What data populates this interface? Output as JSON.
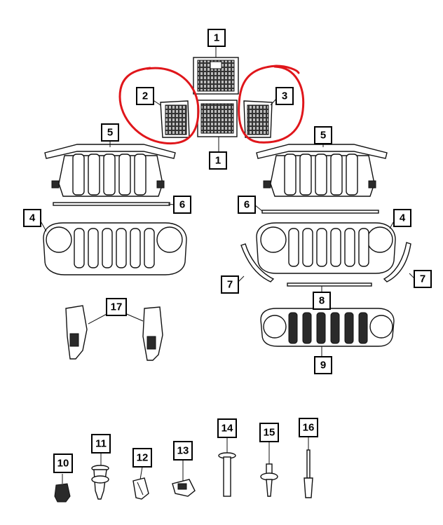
{
  "diagram": {
    "callouts": [
      {
        "id": "c1a",
        "label": "1"
      },
      {
        "id": "c1b",
        "label": "1"
      },
      {
        "id": "c2",
        "label": "2"
      },
      {
        "id": "c3",
        "label": "3"
      },
      {
        "id": "c5a",
        "label": "5"
      },
      {
        "id": "c5b",
        "label": "5"
      },
      {
        "id": "c6a",
        "label": "6"
      },
      {
        "id": "c6b",
        "label": "6"
      },
      {
        "id": "c4a",
        "label": "4"
      },
      {
        "id": "c4b",
        "label": "4"
      },
      {
        "id": "c7a",
        "label": "7"
      },
      {
        "id": "c7b",
        "label": "7"
      },
      {
        "id": "c8",
        "label": "8"
      },
      {
        "id": "c9",
        "label": "9"
      },
      {
        "id": "c17",
        "label": "17"
      },
      {
        "id": "c10",
        "label": "10"
      },
      {
        "id": "c11",
        "label": "11"
      },
      {
        "id": "c12",
        "label": "12"
      },
      {
        "id": "c13",
        "label": "13"
      },
      {
        "id": "c14",
        "label": "14"
      },
      {
        "id": "c15",
        "label": "15"
      },
      {
        "id": "c16",
        "label": "16"
      }
    ],
    "highlight_color": "#e0161b"
  }
}
